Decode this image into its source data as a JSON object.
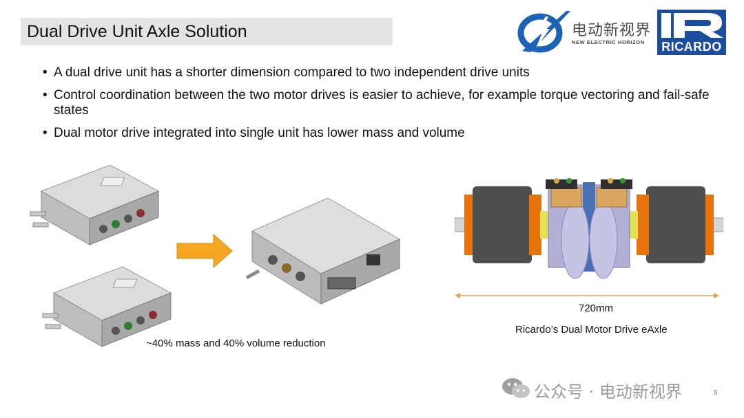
{
  "slide": {
    "title": "Dual Drive Unit Axle Solution",
    "bullets": [
      "A dual drive unit has a shorter dimension compared to two independent drive units",
      "Control coordination between the two motor drives is easier to achieve, for example torque vectoring and fail-safe states",
      "Dual motor drive integrated into single unit has lower mass and volume"
    ],
    "left_caption": "~40% mass and 40% volume reduction",
    "dimension_label": "720mm",
    "right_caption": "Ricardo’s Dual Motor Drive eAxle",
    "page_number": "5"
  },
  "logos": {
    "nev_chinese": "电动新视界",
    "nev_english": "NEW ELECTRIC HORIZON",
    "ricardo": "RICARDO"
  },
  "watermark": {
    "text": "公众号 · 电动新视界",
    "icon": "wechat-icon"
  },
  "colors": {
    "title_bar": "#e3e3e3",
    "arrow": "#f5a623",
    "brand_blue": "#1d4e9e",
    "axle_orange": "#e8720c"
  }
}
